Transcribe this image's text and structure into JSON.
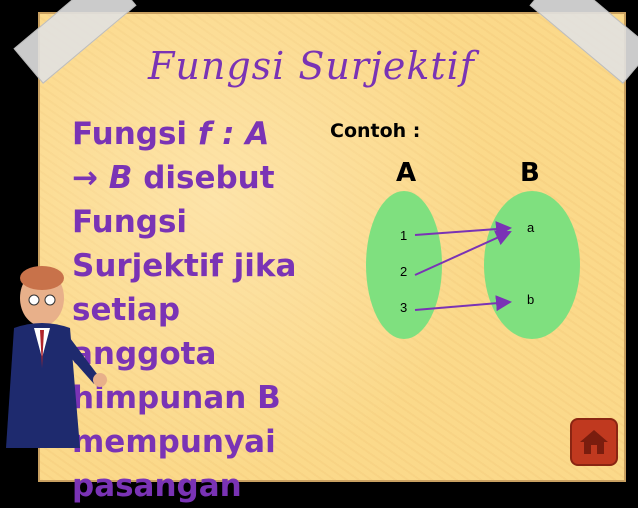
{
  "slide": {
    "title": "Fungsi Surjektif",
    "definition": {
      "prefix": "Fungsi ",
      "function_symbol": "f : A",
      "arrow": "→",
      "codomain": " B",
      "rest": " disebut Fungsi Surjektif jika setiap anggota himpunan B mempunyai pasangan"
    },
    "example_label": "Contoh :"
  },
  "diagram": {
    "set_a": {
      "label": "A",
      "elements": [
        "1",
        "2",
        "3"
      ]
    },
    "set_b": {
      "label": "B",
      "elements": [
        "a",
        "b"
      ]
    },
    "mappings": [
      {
        "from": "1",
        "to": "a"
      },
      {
        "from": "2",
        "to": "a"
      },
      {
        "from": "3",
        "to": "b"
      }
    ],
    "arrow_color": "#7a33b5"
  },
  "colors": {
    "title": "#7a33b5",
    "text": "#7a33b5",
    "board": "#fbd98a",
    "background": "#000000",
    "ellipse": "#7fe07f",
    "home_button": "#c0391f"
  },
  "icons": {
    "presenter": "cartoon-presenter-icon",
    "home": "home-icon"
  }
}
